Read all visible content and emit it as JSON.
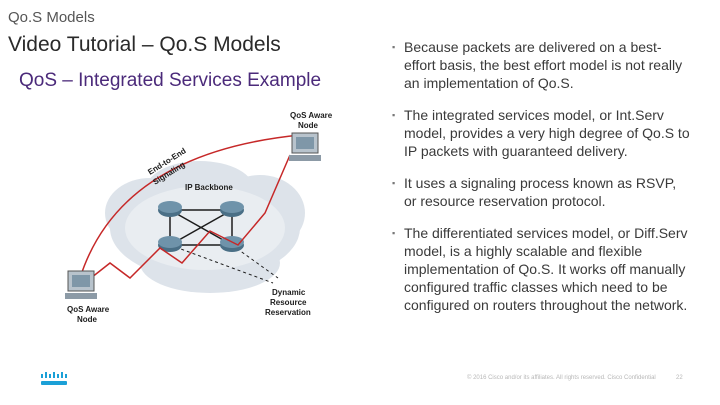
{
  "header": {
    "section": "Qo.S Models",
    "title": "Video Tutorial – Qo.S Models"
  },
  "figure": {
    "title": "QoS – Integrated Services Example",
    "labels": {
      "node_top_line1": "QoS Aware",
      "node_top_line2": "Node",
      "node_bottom_line1": "QoS Aware",
      "node_bottom_line2": "Node",
      "signaling_line1": "End-to-End",
      "signaling_line2": "Signaling",
      "backbone": "IP Backbone",
      "reservation_line1": "Dynamic",
      "reservation_line2": "Resource",
      "reservation_line3": "Reservation"
    },
    "colors": {
      "signal_path": "#c62828",
      "cloud": "#dde3ea",
      "router": "#4a6f86"
    }
  },
  "bullets": [
    "Because packets are delivered on a best-effort basis, the best effort model is not really an implementation of Qo.S.",
    "The integrated services model, or Int.Serv model, provides a very high degree of Qo.S to IP packets with guaranteed delivery.",
    "It uses a signaling process known as RSVP, or resource reservation protocol.",
    "The differentiated services model, or Diff.Serv model, is a highly scalable and flexible implementation of Qo.S.  It works off manually configured traffic classes which need to be configured on routers throughout the network."
  ],
  "bullet_marker": "▪",
  "footer": {
    "copyright": "© 2016 Cisco and/or its affiliates. All rights reserved. Cisco Confidential",
    "page": "22"
  },
  "logo": {
    "icon": "cisco-logo-icon",
    "color": "#1ba0d7"
  }
}
